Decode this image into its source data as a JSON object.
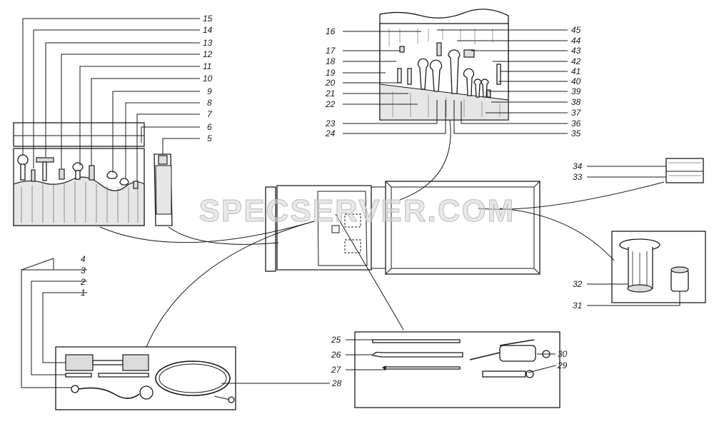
{
  "watermark": "SPECSERVER.COM",
  "callouts": [
    {
      "id": "n1",
      "text": "1"
    },
    {
      "id": "n2",
      "text": "2"
    },
    {
      "id": "n3",
      "text": "3"
    },
    {
      "id": "n4",
      "text": "4"
    },
    {
      "id": "n5",
      "text": "5"
    },
    {
      "id": "n6",
      "text": "6"
    },
    {
      "id": "n7",
      "text": "7"
    },
    {
      "id": "n8",
      "text": "8"
    },
    {
      "id": "n9",
      "text": "9"
    },
    {
      "id": "n10",
      "text": "10"
    },
    {
      "id": "n11",
      "text": "11"
    },
    {
      "id": "n12",
      "text": "12"
    },
    {
      "id": "n13",
      "text": "13"
    },
    {
      "id": "n14",
      "text": "14"
    },
    {
      "id": "n15",
      "text": "15"
    },
    {
      "id": "n16",
      "text": "16"
    },
    {
      "id": "n17",
      "text": "17"
    },
    {
      "id": "n18",
      "text": "18"
    },
    {
      "id": "n19",
      "text": "19"
    },
    {
      "id": "n20",
      "text": "20"
    },
    {
      "id": "n21",
      "text": "21"
    },
    {
      "id": "n22",
      "text": "22"
    },
    {
      "id": "n23",
      "text": "23"
    },
    {
      "id": "n24",
      "text": "24"
    },
    {
      "id": "n25",
      "text": "25"
    },
    {
      "id": "n26",
      "text": "26"
    },
    {
      "id": "n27",
      "text": "27"
    },
    {
      "id": "n28",
      "text": "28"
    },
    {
      "id": "n29",
      "text": "29"
    },
    {
      "id": "n30",
      "text": "30"
    },
    {
      "id": "n31",
      "text": "31"
    },
    {
      "id": "n32",
      "text": "32"
    },
    {
      "id": "n33",
      "text": "33"
    },
    {
      "id": "n34",
      "text": "34"
    },
    {
      "id": "n35",
      "text": "35"
    },
    {
      "id": "n36",
      "text": "36"
    },
    {
      "id": "n37",
      "text": "37"
    },
    {
      "id": "n38",
      "text": "38"
    },
    {
      "id": "n39",
      "text": "39"
    },
    {
      "id": "n40",
      "text": "40"
    },
    {
      "id": "n41",
      "text": "41"
    },
    {
      "id": "n42",
      "text": "42"
    },
    {
      "id": "n43",
      "text": "43"
    },
    {
      "id": "n44",
      "text": "44"
    },
    {
      "id": "n45",
      "text": "45"
    }
  ]
}
